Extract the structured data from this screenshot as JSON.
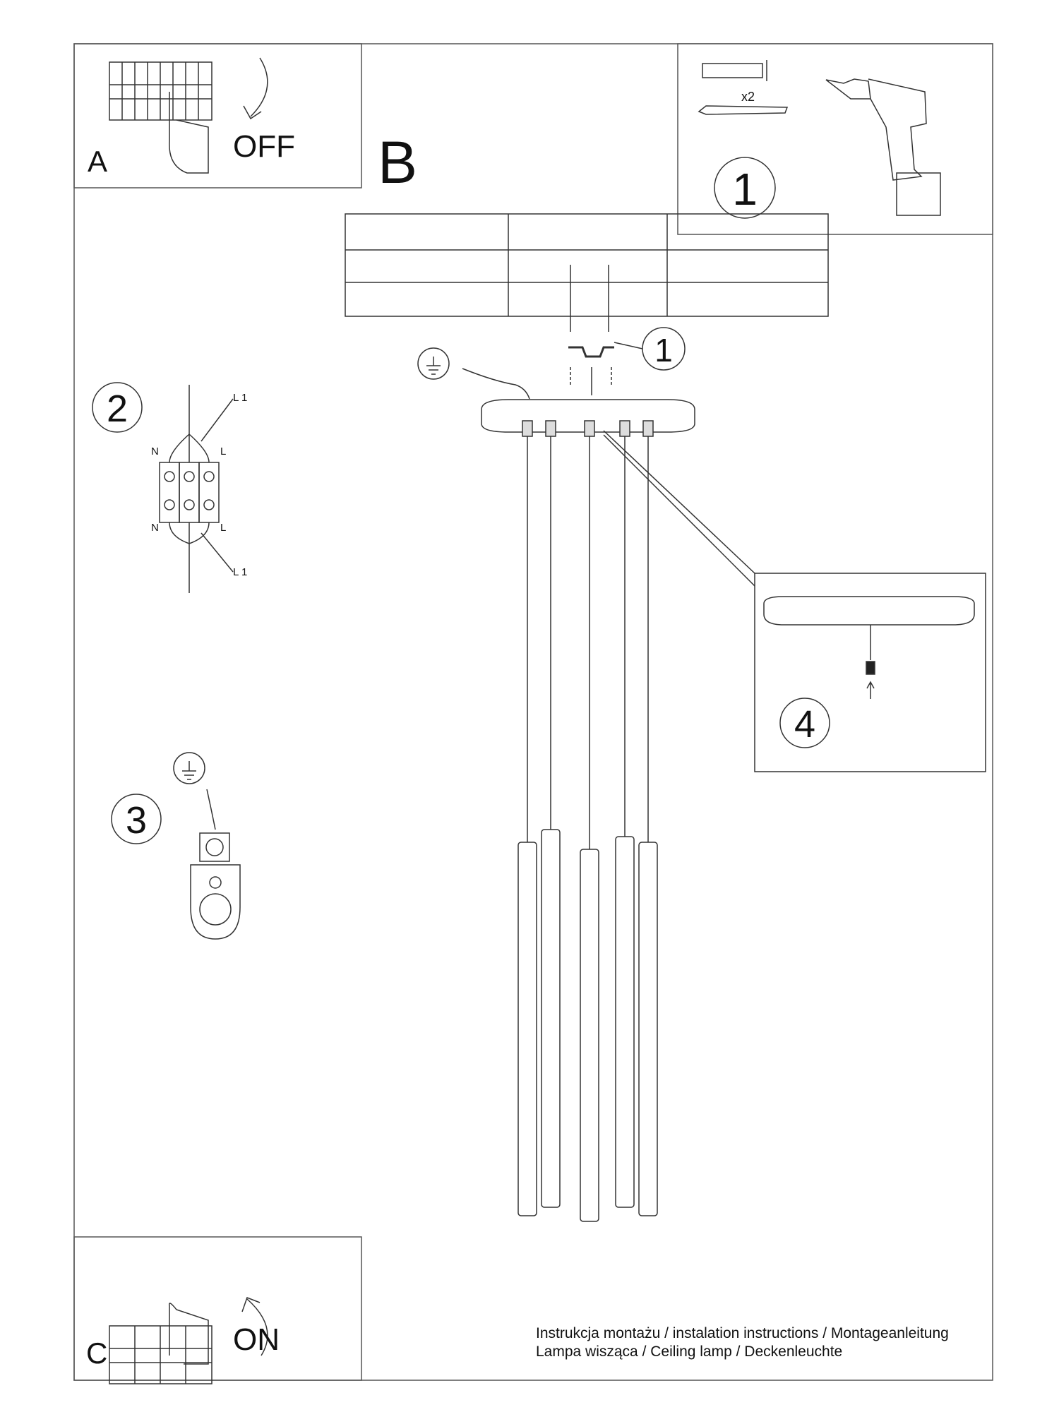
{
  "steps": {
    "a": {
      "letter": "A",
      "label": "OFF"
    },
    "b": {
      "letter": "B"
    },
    "c": {
      "letter": "C",
      "label": "ON"
    }
  },
  "callouts": [
    "1",
    "1",
    "2",
    "3",
    "4"
  ],
  "parts": {
    "quantity": "x2"
  },
  "wiring_labels": {
    "l1_top": "L 1",
    "n_top": "N",
    "l_top": "L",
    "n_bottom": "N",
    "l_bottom": "L",
    "l1_bottom": "L 1"
  },
  "footer": {
    "line1": "Instrukcja montażu / instalation instructions / Montageanleitung",
    "line2": "Lampa wisząca / Ceiling lamp / Deckenleuchte"
  },
  "pendant_count": 5
}
